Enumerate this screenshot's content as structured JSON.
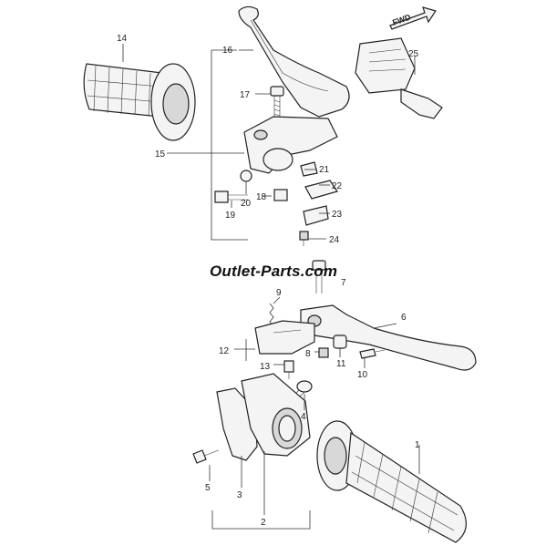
{
  "diagram": {
    "direction_label": "FWD",
    "watermark": "Outlet-Parts.com",
    "callouts": {
      "p1": "1",
      "p2": "2",
      "p3": "3",
      "p4": "4",
      "p5": "5",
      "p6": "6",
      "p7": "7",
      "p8": "8",
      "p9": "9",
      "p10": "10",
      "p11": "11",
      "p12": "12",
      "p13": "13",
      "p14": "14",
      "p15": "15",
      "p16": "16",
      "p17": "17",
      "p18": "18",
      "p19": "19",
      "p20": "20",
      "p21": "21",
      "p22": "22",
      "p23": "23",
      "p24": "24",
      "p25": "25"
    }
  }
}
